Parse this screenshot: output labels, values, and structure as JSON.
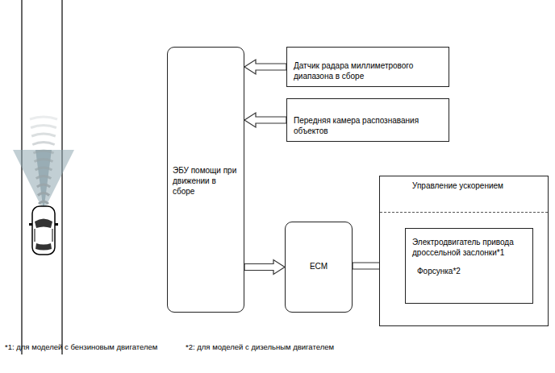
{
  "diagram": {
    "nodes": [
      {
        "text": [
          "Датчик радара миллиметрового диапазона в сборе"
        ]
      },
      {
        "text": [
          "Передняя камера распознавания объектов"
        ]
      },
      {
        "text": [
          "ЭБУ помощи при движении в сборе"
        ]
      },
      {
        "text": [
          "ECM"
        ]
      },
      {
        "text": [
          "Управление ускорением"
        ]
      },
      {
        "text": [
          "Электродвигатель привода дроссельной заслонки*1",
          "Форсунка*2"
        ],
        "in": 4
      }
    ],
    "edges": [
      {
        "from": 0,
        "to": 2,
        "arrow": "to"
      },
      {
        "from": 1,
        "to": 2,
        "arrow": "to"
      },
      {
        "from": 2,
        "to": 3,
        "arrow": "to"
      },
      {
        "from": 3,
        "to": 5,
        "arrow": "to"
      }
    ],
    "labels": [
      "*1: для моделей с бензиновым двигателем",
      "*2: для моделей с дизельным двигателем"
    ]
  }
}
